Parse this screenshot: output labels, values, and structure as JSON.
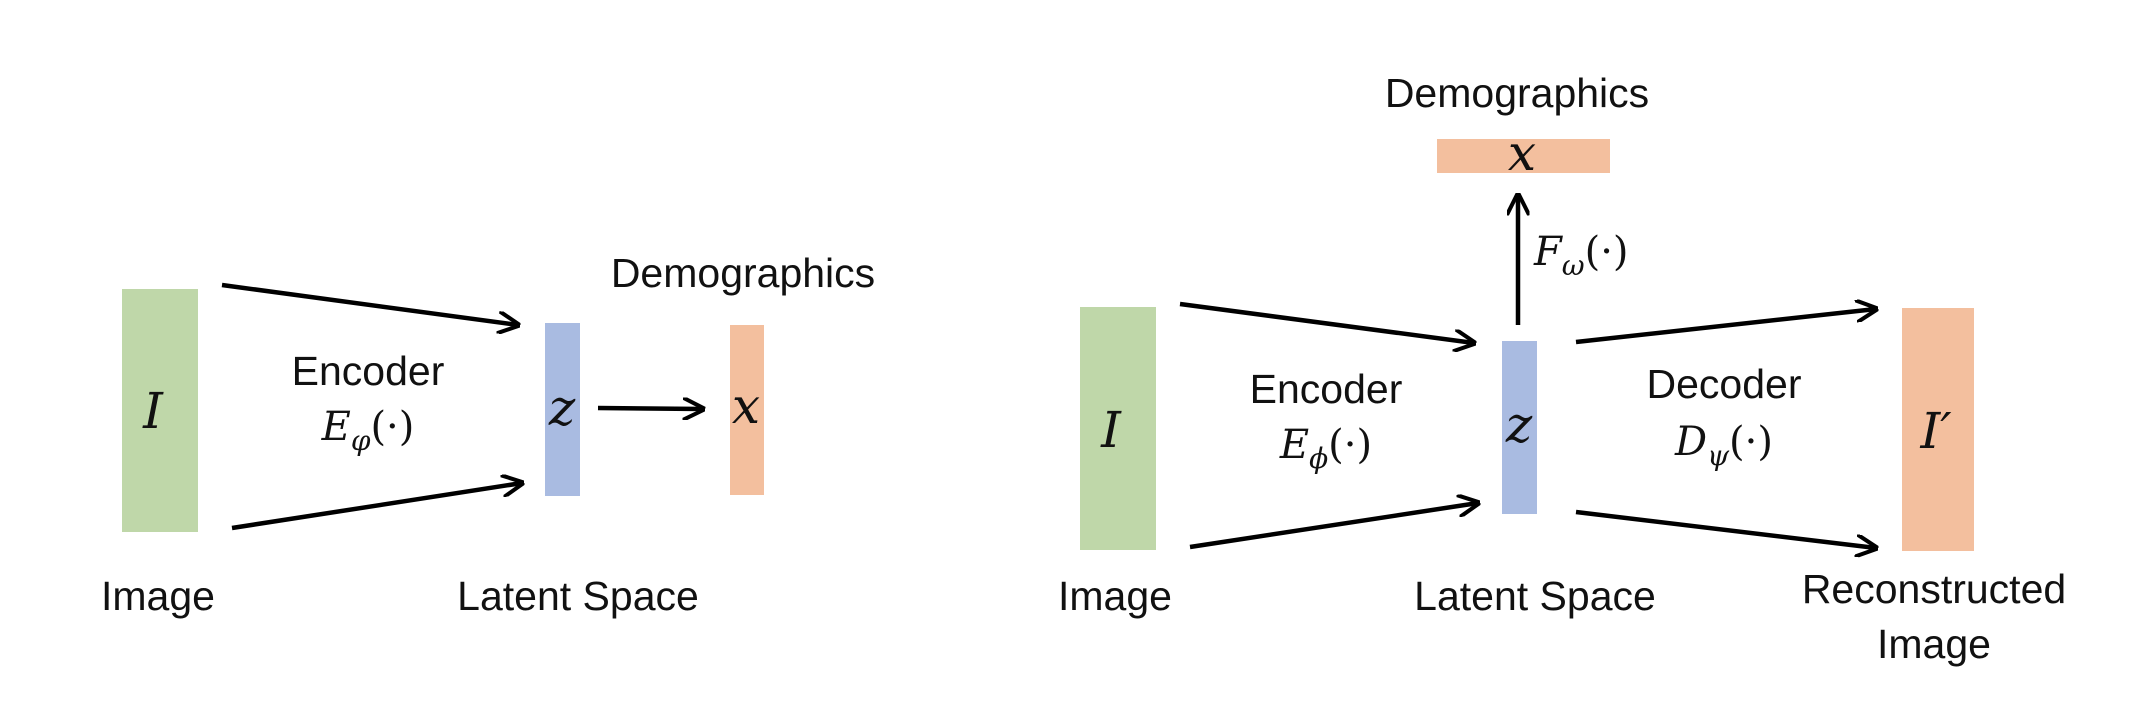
{
  "colors": {
    "image_block": "#bfd7a9",
    "latent_block": "#a9bbe1",
    "demographics_block": "#f3bf9e",
    "reconstructed_block": "#f3bf9e",
    "arrow": "#000000"
  },
  "left_diagram": {
    "image_symbol": "I",
    "image_label": "Image",
    "encoder_label": "Encoder",
    "encoder_fn": {
      "base": "E",
      "sub": "φ",
      "arg": "(·)"
    },
    "latent_symbol": "z",
    "latent_label": "Latent Space",
    "demographics_label": "Demographics",
    "demographics_symbol": "x"
  },
  "right_diagram": {
    "image_symbol": "I",
    "image_label": "Image",
    "encoder_label": "Encoder",
    "encoder_fn": {
      "base": "E",
      "sub": "ϕ",
      "arg": "(·)"
    },
    "latent_symbol": "z",
    "latent_label": "Latent Space",
    "predictor_fn": {
      "base": "F",
      "sub": "ω",
      "arg": "(·)"
    },
    "demographics_label": "Demographics",
    "demographics_symbol": "x",
    "decoder_label": "Decoder",
    "decoder_fn": {
      "base": "D",
      "sub": "ψ",
      "arg": "(·)"
    },
    "reconstructed_symbol": "I′",
    "reconstructed_label_line1": "Reconstructed",
    "reconstructed_label_line2": "Image"
  }
}
